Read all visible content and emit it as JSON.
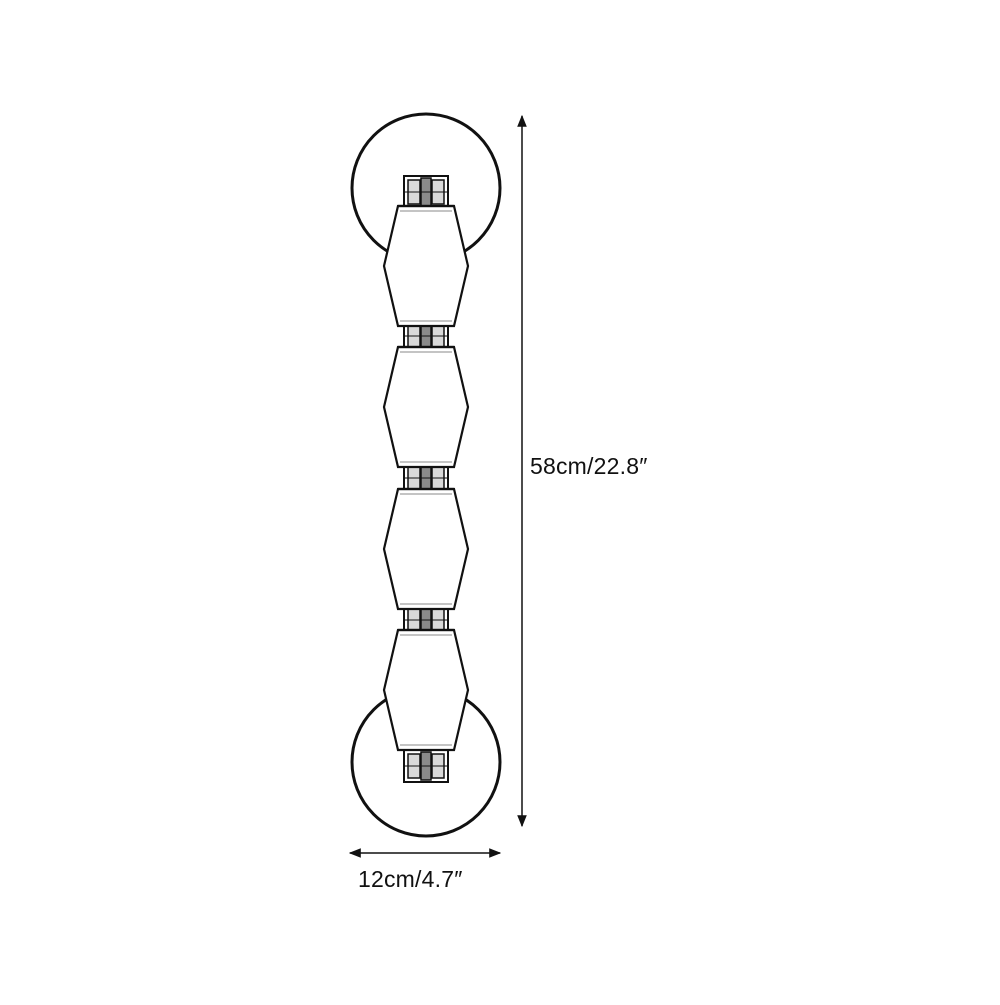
{
  "dimensions": {
    "height": "58cm/22.8″",
    "width": "12cm/4.7″"
  },
  "colors": {
    "stroke": "#111111",
    "metal": "#8a8a8a",
    "background": "#ffffff"
  },
  "icons": {
    "height_arrow": "double-arrow-vertical",
    "width_arrow": "double-arrow-horizontal"
  }
}
